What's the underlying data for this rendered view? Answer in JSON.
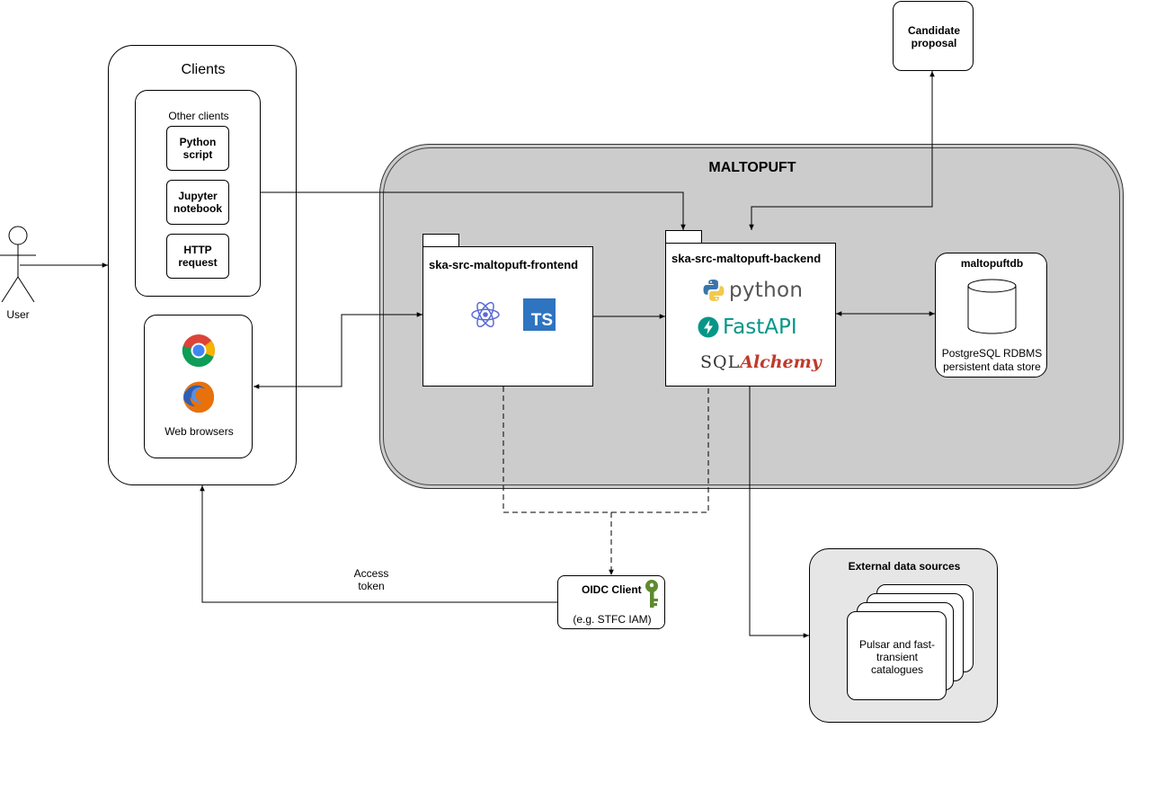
{
  "diagram": {
    "user_label": "User",
    "clients": {
      "title": "Clients",
      "other_clients": {
        "title": "Other clients",
        "items": [
          "Python script",
          "Jupyter notebook",
          "HTTP request"
        ]
      },
      "browsers": {
        "label": "Web browsers",
        "icons": [
          "chrome-icon",
          "firefox-icon"
        ]
      }
    },
    "maltopuft": {
      "title": "MALTOPUFT",
      "frontend": {
        "title": "ska-src-maltopuft-frontend",
        "icons": [
          "react-icon",
          "typescript-icon"
        ],
        "ts_badge": "TS"
      },
      "backend": {
        "title": "ska-src-maltopuft-backend",
        "python_label": "python",
        "fastapi_label": "FastAPI",
        "sqlalchemy_label_1": "SQL",
        "sqlalchemy_label_2": "Alchemy"
      },
      "db": {
        "title": "maltopuftdb",
        "desc_line1": "PostgreSQL RDBMS",
        "desc_line2": "persistent data store"
      }
    },
    "candidate_proposal": "Candidate proposal",
    "oidc": {
      "title": "OIDC Client",
      "subtitle": "(e.g. STFC IAM)"
    },
    "access_token": "Access token",
    "external": {
      "title": "External data sources",
      "catalogue": "Pulsar and fast-transient catalogues"
    },
    "colors": {
      "maltopuft_bg": "#cccccc",
      "external_bg": "#e6e6e6",
      "typescript": "#2f74c0",
      "react": "#5b6bd6",
      "fastapi": "#049688",
      "sqlalchemy_red": "#c0392b",
      "key_green": "#5f8a2e"
    }
  }
}
